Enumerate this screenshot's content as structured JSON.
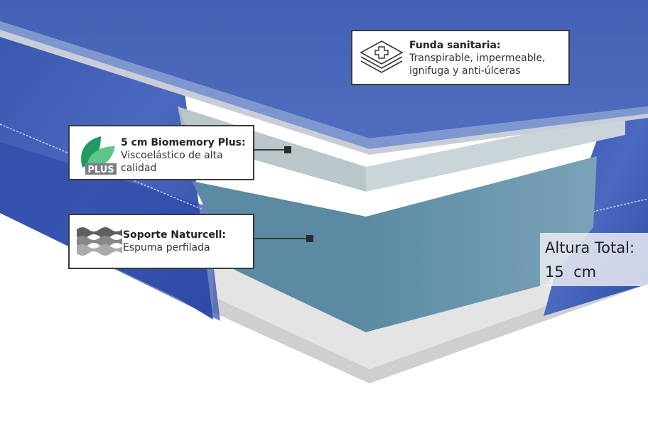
{
  "callouts": {
    "funda": {
      "title": "Funda sanitaria:",
      "desc": " Transpirable, impermeable, ignifuga y anti-úlceras",
      "icon": "sanitary-cover-icon"
    },
    "biomemory": {
      "title": "5 cm Biomemory Plus:",
      "desc": "Viscoelástico de alta calidad",
      "icon": "leaf-plus-icon",
      "badge": "PLUS"
    },
    "naturcell": {
      "title": "Soporte Naturcell:",
      "desc": "Espuma perfilada",
      "icon": "foam-waves-icon"
    }
  },
  "height": {
    "label": "Altura Total:",
    "value": "15  cm"
  },
  "colors": {
    "cover_blue": "#4a68b8",
    "memory_layer": "#c4d1d4",
    "foam_layer": "#6e9bb0",
    "leaf_green": "#2aa36a"
  }
}
